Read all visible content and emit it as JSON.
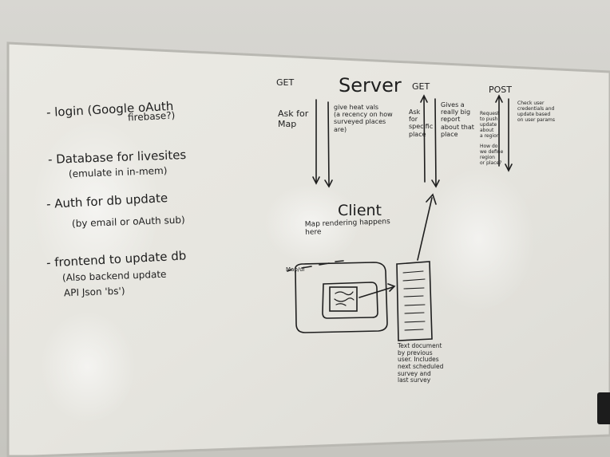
{
  "scene": {
    "board_color": "#ecebe6",
    "marker_color": "#1e1e1e",
    "wall_color": "#cfcec9"
  },
  "left_notes": [
    {
      "line1": "- login (Google oAuth",
      "line2": "firebase?)"
    },
    {
      "line1": "- Database for livesites",
      "line2": "(emulate in in-mem)"
    },
    {
      "line1": "- Auth for db update",
      "line2": "(by email or oAuth sub)"
    },
    {
      "line1": "- frontend to update db",
      "line2": "(Also backend update",
      "line3": "API Json 'bs')"
    }
  ],
  "server": {
    "title": "Server",
    "get_left": "GET",
    "get_right": "GET",
    "post": "POST",
    "col1": "Ask for\nMap",
    "col2": "give heat vals\n(a recency on how\nsurveyed places\nare)",
    "col3": "Ask\nfor\nspecific\nplace",
    "col4": "Gives a\nreally big\nreport\nabout that\nplace",
    "col5": "Request\nto push\nupdate\nabout\na region\n\nHow do\nwe define\nregion\nor place?",
    "col6": "Check user\ncredentials and\nupdate based\non user params"
  },
  "client": {
    "title": "Client",
    "note": "Map rendering happens\nhere",
    "map_label": "Map/ui",
    "doc_note": "Text document\nby previous\nuser. Includes\nnext scheduled\nsurvey and\nlast survey"
  }
}
